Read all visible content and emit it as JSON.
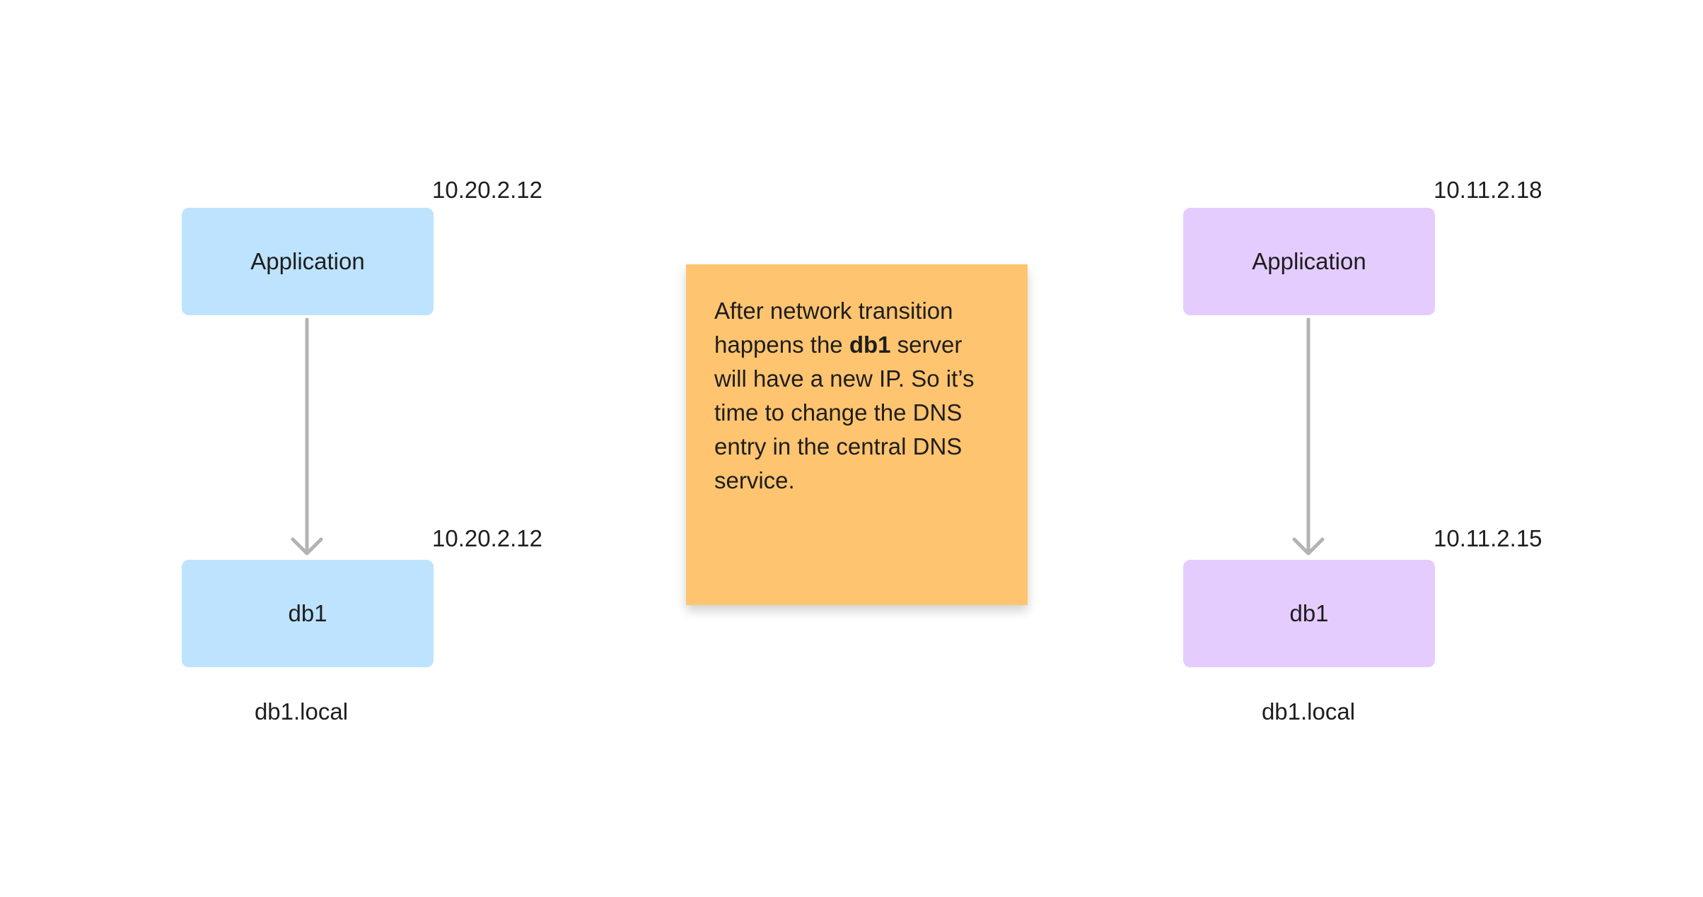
{
  "left": {
    "app_label": "Application",
    "app_ip": "10.20.2.12",
    "db_label": "db1",
    "db_ip": "10.20.2.12",
    "hostname": "db1.local",
    "color": "#bde3ff"
  },
  "right": {
    "app_label": "Application",
    "app_ip": "10.11.2.18",
    "db_label": "db1",
    "db_ip": "10.11.2.15",
    "hostname": "db1.local",
    "color": "#e4ccff"
  },
  "note": {
    "text_before": "After network transition happens the ",
    "bold": "db1",
    "text_after": " server will have a new IP. So it’s time to change the DNS entry in the central DNS service.",
    "color": "#ffc470"
  },
  "connector_color": "#b3b3b3"
}
